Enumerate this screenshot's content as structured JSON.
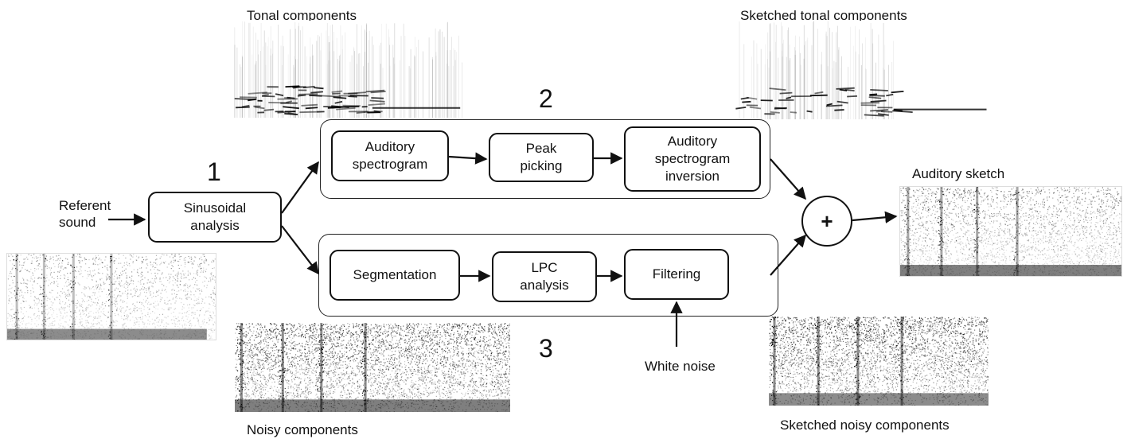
{
  "labels": {
    "tonal": "Tonal components",
    "sketched_tonal": "Sketched tonal components",
    "auditory_sketch": "Auditory sketch",
    "referent_sound": "Referent\nsound",
    "white_noise": "White noise",
    "noisy": "Noisy components",
    "sketched_noisy": "Sketched noisy components"
  },
  "stage_numbers": {
    "one": "1",
    "two": "2",
    "three": "3"
  },
  "blocks": {
    "sinusoidal_analysis": "Sinusoidal\nanalysis",
    "auditory_spectrogram": "Auditory\nspectrogram",
    "peak_picking": "Peak\npicking",
    "spectrogram_inversion": "Auditory\nspectrogram\ninversion",
    "segmentation": "Segmentation",
    "lpc_analysis": "LPC\nanalysis",
    "filtering": "Filtering"
  },
  "sum_symbol": "+"
}
